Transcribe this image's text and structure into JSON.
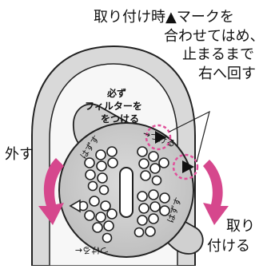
{
  "instruction": {
    "lines": [
      "取り付け時▲マークを",
      "合わせてはめ、",
      "止まるまで",
      "右へ回す"
    ]
  },
  "labels": {
    "remove": "外す",
    "attach_1": "取り",
    "attach_2": "付ける"
  },
  "dial": {
    "warning": [
      "必ず",
      "フィルターを",
      "をつける"
    ],
    "ring": {
      "top_left": "はずす",
      "top_right": "→つける",
      "bottom_left": "つける←",
      "bottom_right": "はずす"
    }
  },
  "colors": {
    "arrow_pink": "#d6478d",
    "leader_pink": "#e0509a",
    "line": "#222222",
    "body_gray": "#d9d9d9",
    "disc_gray": "#c9c9c9"
  },
  "icons": [
    "triangle-marker-icon",
    "curved-arrow-icon"
  ]
}
